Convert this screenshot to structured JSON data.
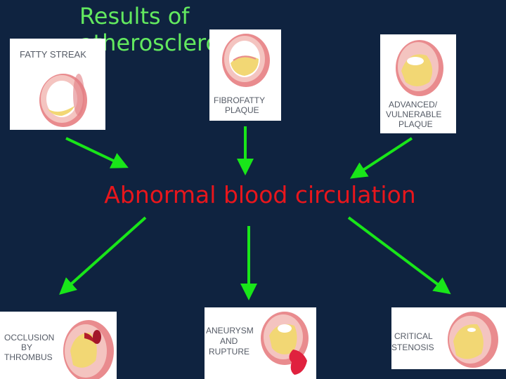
{
  "slide": {
    "title": "Results of atherosclerosis",
    "center_label": "Abnormal blood circulation"
  },
  "top_cards": {
    "fatty_streak": "FATTY STREAK",
    "fibrofatty_line1": "FIBROFATTY",
    "fibrofatty_line2": "PLAQUE",
    "advanced_line1": "ADVANCED/",
    "advanced_line2": "VULNERABLE",
    "advanced_line3": "PLAQUE"
  },
  "bottom_cards": {
    "occlusion_line1": "OCCLUSION",
    "occlusion_line2": "BY",
    "occlusion_line3": "THROMBUS",
    "aneurysm_line1": "ANEURYSM",
    "aneurysm_line2": "AND",
    "aneurysm_line3": "RUPTURE",
    "critical_line1": "CRITICAL",
    "critical_line2": "STENOSIS"
  },
  "colors": {
    "background": "#0f2340",
    "title": "#63e95f",
    "center_label": "#e8161c",
    "arrow": "#19e619"
  }
}
